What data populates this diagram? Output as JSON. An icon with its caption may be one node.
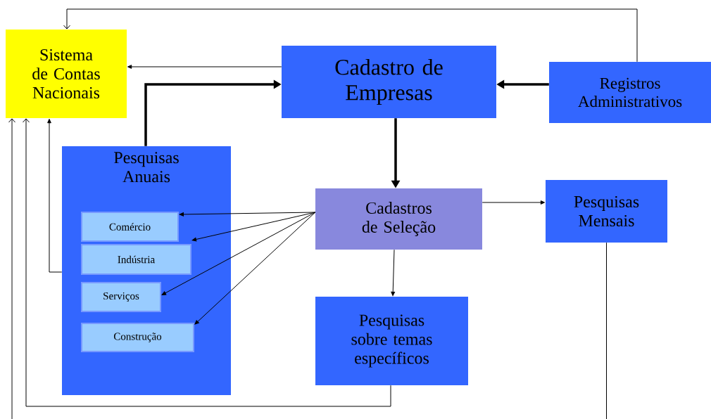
{
  "diagram": {
    "nodes": [
      {
        "text": [
          "Sistema de Contas Nacionais"
        ]
      },
      {
        "text": [
          "Cadastro de Empresas"
        ]
      },
      {
        "text": [
          "Registros Administrativos"
        ]
      },
      {
        "text": [
          "Pesquisas Anuais"
        ]
      },
      {
        "text": [
          "Comércio"
        ],
        "in": 3
      },
      {
        "text": [
          "Indústria"
        ],
        "in": 3
      },
      {
        "text": [
          "Serviços"
        ],
        "in": 3
      },
      {
        "text": [
          "Construção"
        ],
        "in": 3
      },
      {
        "text": [
          "Cadastros de Seleção"
        ]
      },
      {
        "text": [
          "Pesquisas Mensais"
        ]
      },
      {
        "text": [
          "Pesquisas sobre temas específicos"
        ]
      }
    ],
    "edges": [
      {
        "from": 1,
        "to": 0,
        "arrow": "to"
      },
      {
        "from": 3,
        "to": 1,
        "arrow": "to",
        "style": "thick"
      },
      {
        "from": 2,
        "to": 1,
        "arrow": "to",
        "style": "thick"
      },
      {
        "from": 2,
        "to": 0,
        "arrow": "to"
      },
      {
        "from": 1,
        "to": 8,
        "arrow": "to",
        "style": "thick"
      },
      {
        "from": 8,
        "to": 4,
        "arrow": "to"
      },
      {
        "from": 8,
        "to": 5,
        "arrow": "to"
      },
      {
        "from": 8,
        "to": 6,
        "arrow": "to"
      },
      {
        "from": 8,
        "to": 7,
        "arrow": "to"
      },
      {
        "from": 8,
        "to": 9,
        "arrow": "to"
      },
      {
        "from": 8,
        "to": 10,
        "arrow": "to"
      },
      {
        "from": 3,
        "to": 0,
        "arrow": "to"
      },
      {
        "from": 10,
        "to": 0,
        "arrow": "to"
      },
      {
        "from": 9,
        "to": 0,
        "arrow": "to"
      }
    ]
  }
}
